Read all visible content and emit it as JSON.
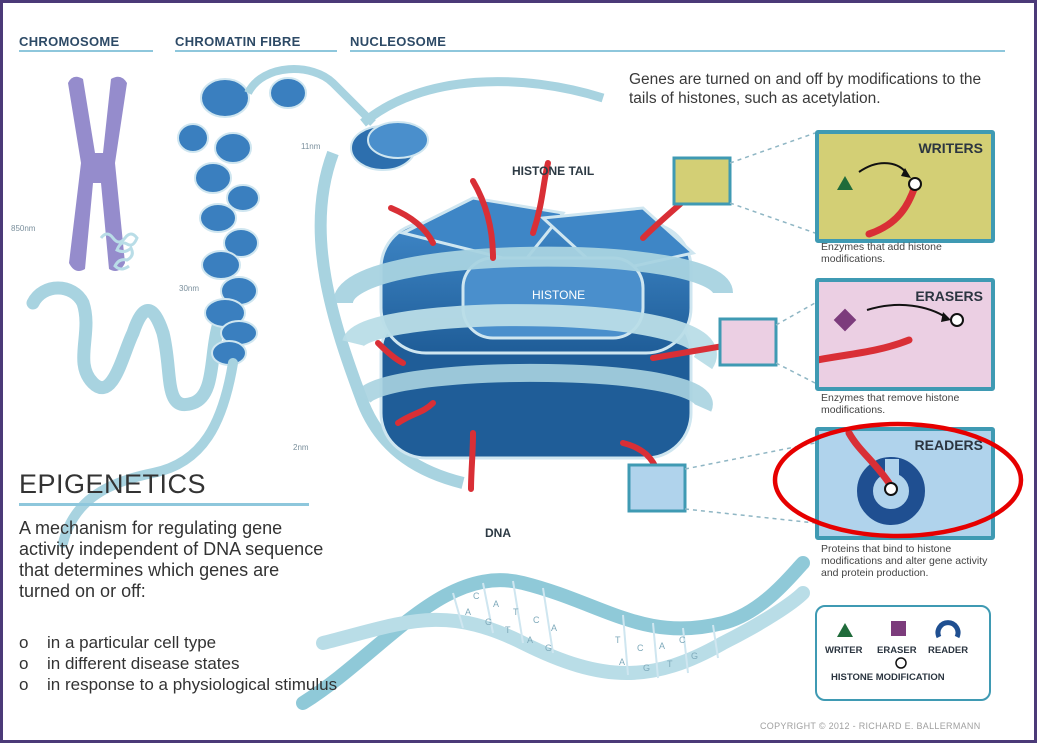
{
  "headers": {
    "chromosome": "CHROMOSOME",
    "chromatin_fibre": "CHROMATIN FIBRE",
    "nucleosome": "NUCLEOSOME"
  },
  "measurements": {
    "m850": "850nm",
    "m30": "30nm",
    "m11": "11nm",
    "m2": "2nm"
  },
  "intro_text": "Genes are turned on and off by modifications to the tails of histones, such as acetylation.",
  "labels": {
    "histone_tail": "HISTONE TAIL",
    "histone": "HISTONE",
    "dna": "DNA"
  },
  "dna_bases": [
    "C",
    "A",
    "T",
    "C",
    "A",
    "A",
    "G",
    "T",
    "A",
    "G",
    "T",
    "C",
    "A",
    "C",
    "A",
    "G",
    "T",
    "G"
  ],
  "panels": {
    "writers": {
      "title": "WRITERS",
      "desc": "Enzymes that add histone modifications.",
      "color": "#d3cf75"
    },
    "erasers": {
      "title": "ERASERS",
      "desc": "Enzymes that remove histone modifications.",
      "color": "#ebcfe3"
    },
    "readers": {
      "title": "READERS",
      "desc": "Proteins that bind to histone modifications and alter gene activity and protein production.",
      "color": "#b0d3ec"
    }
  },
  "epigenetics": {
    "title": "EPIGENETICS",
    "description": "A mechanism for regulating gene activity independent of DNA sequence that determines which genes are turned on or off:",
    "bullet_mark": "o",
    "bullets": [
      "in a particular cell type",
      "in different disease states",
      "in response to a physiological stimulus"
    ]
  },
  "legend": {
    "writer": "WRITER",
    "eraser": "ERASER",
    "reader": "READER",
    "histone_modification": "HISTONE MODIFICATION"
  },
  "copyright": "COPYRIGHT © 2012 - RICHARD E. BALLERMANN",
  "colors": {
    "histone_blue": "#2d6fae",
    "histone_light": "#4a8fcc",
    "tail_red": "#d92f36",
    "dna_teal": "#8fc9d8",
    "chromosome_purple": "#8f86c9",
    "writer_green": "#1f6b3a",
    "eraser_purple": "#7c3c7c",
    "reader_blue": "#1f4f91",
    "highlight_red": "#e60000",
    "frame": "#4b3a78"
  }
}
